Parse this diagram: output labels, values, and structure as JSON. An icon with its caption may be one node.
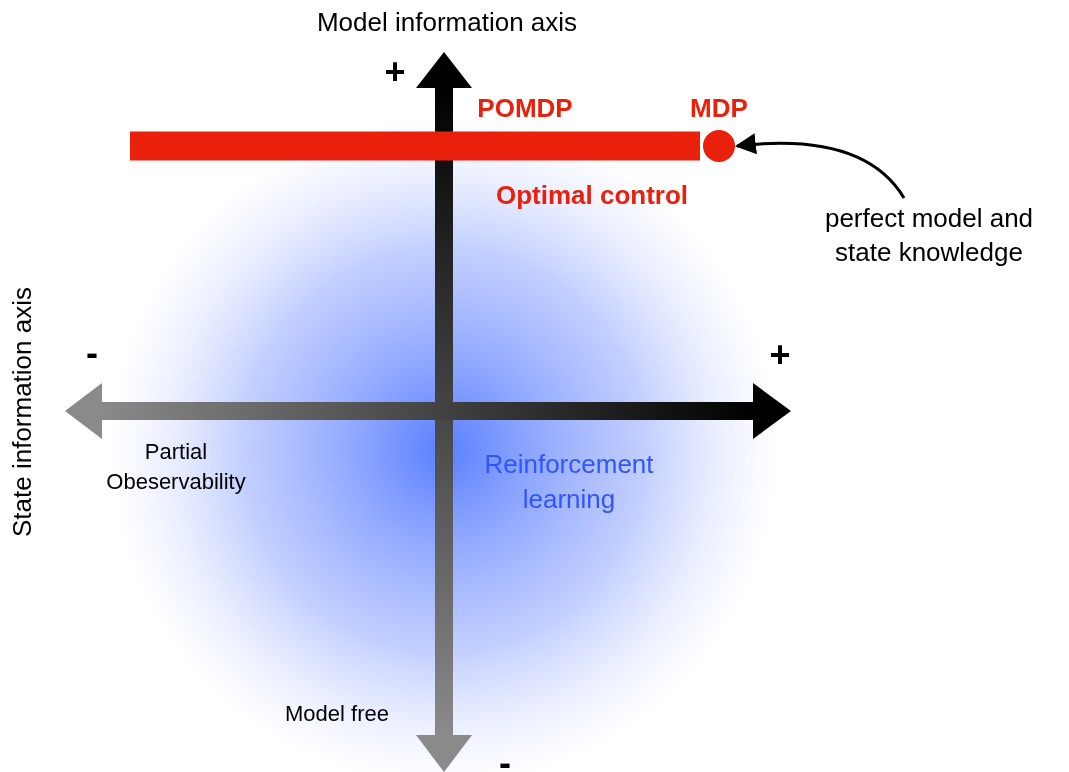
{
  "diagram": {
    "nodes": [
      {
        "text": [],
        "shape": "bar"
      },
      {
        "text": [],
        "shape": "circle",
        "beside": [
          "MDP"
        ]
      },
      {
        "text": [
          "perfect model and state knowledge"
        ]
      }
    ],
    "edges": [
      {
        "from": 2,
        "to": 1,
        "arrow": "to"
      }
    ],
    "labels": [
      "Model information axis",
      "+",
      "POMDP",
      "Optimal control",
      "State information axis",
      "-",
      "+",
      "Partial Obeservability",
      "Reinforcement learning",
      "Model free",
      "-"
    ]
  }
}
